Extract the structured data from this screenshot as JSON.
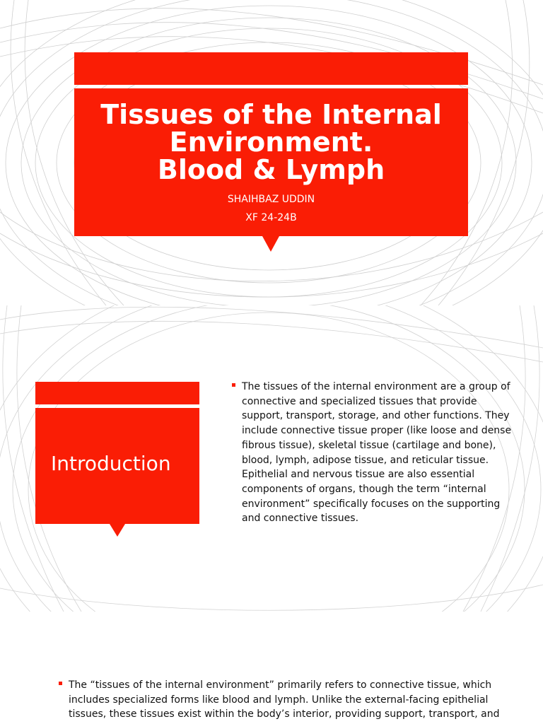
{
  "slide1": {
    "title_lines": [
      "Tissues of the Internal",
      "Environment.",
      "Blood & Lymph"
    ],
    "author": "SHAIHBAZ UDDIN",
    "group": "XF 24-24B"
  },
  "slide2": {
    "heading": "Introduction",
    "body": "The tissues of the internal environment are a group of connective and specialized tissues that provide support, transport, storage, and other functions. They include connective tissue proper (like loose and dense fibrous tissue), skeletal tissue (cartilage and bone), blood, lymph, adipose tissue, and reticular tissue. Epithelial and nervous tissue are also essential components of organs, though the term “internal environment” specifically focuses on the supporting and connective tissues."
  },
  "slide3": {
    "body": "The “tissues of the internal environment” primarily refers to connective tissue, which includes specialized forms like blood and lymph. Unlike the external-facing epithelial tissues, these tissues exist within the body’s interior, providing support, transport, and"
  },
  "colors": {
    "accent": "#fa1d05",
    "background": "#ffffff",
    "line": "#c8c8c8"
  }
}
